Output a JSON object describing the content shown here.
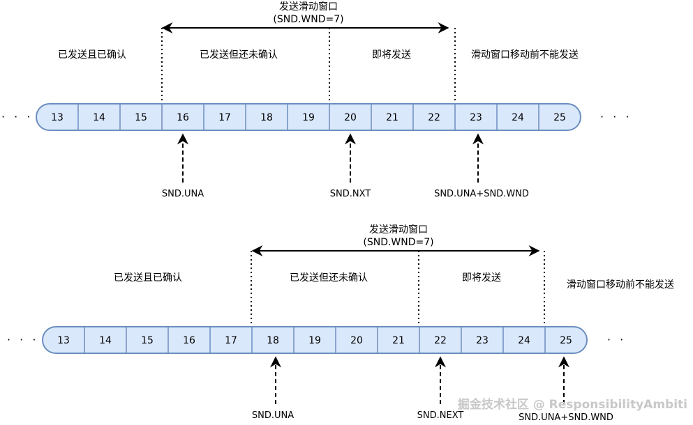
{
  "watermark": "掘金技术社区 @ ResponsibilityAmbiti",
  "colors": {
    "cell_fill": "#dae8fc",
    "cell_stroke": "#6c8ebf",
    "line": "#000000",
    "watermark": "#c8c8c8"
  },
  "diagrams": [
    {
      "window_title": "发送滑动窗口",
      "window_size": "(SND.WND=7)",
      "ellipsis_left": "· · ·",
      "ellipsis_right": "· · ·",
      "segments": [
        "13",
        "14",
        "15",
        "16",
        "17",
        "18",
        "19",
        "20",
        "21",
        "22",
        "23",
        "24",
        "25"
      ],
      "regions": [
        "已发送且已确认",
        "已发送但还未确认",
        "即将发送",
        "滑动窗口移动前不能发送"
      ],
      "pointers": [
        "SND.UNA",
        "SND.NXT",
        "SND.UNA+SND.WND"
      ]
    },
    {
      "window_title": "发送滑动窗口",
      "window_size": "(SND.WND=7)",
      "ellipsis_left": "· · ·",
      "ellipsis_right": "· ·",
      "segments": [
        "13",
        "14",
        "15",
        "16",
        "17",
        "18",
        "19",
        "20",
        "21",
        "22",
        "23",
        "24",
        "25"
      ],
      "regions": [
        "已发送且已确认",
        "已发送但还未确认",
        "即将发送",
        "滑动窗口移动前不能发送"
      ],
      "pointers": [
        "SND.UNA",
        "SND.NEXT",
        "SND.UNA+SND.WND"
      ]
    }
  ]
}
